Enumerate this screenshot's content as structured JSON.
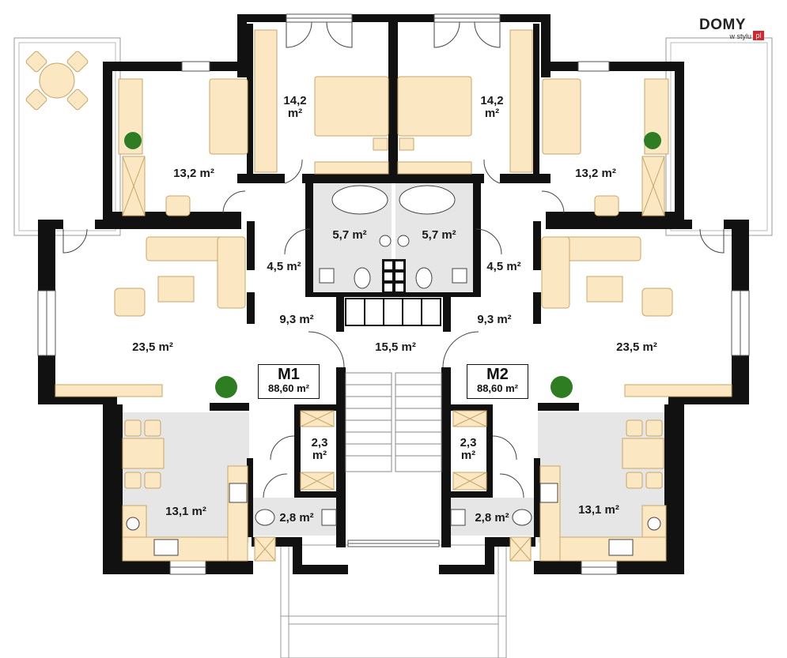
{
  "logo": {
    "brand": "DOMY",
    "tag": "w stylu",
    "tld": "pl"
  },
  "apartments": [
    {
      "code": "M1",
      "area": "88,60 m²"
    },
    {
      "code": "M2",
      "area": "88,60 m²"
    }
  ],
  "rooms": {
    "m1_bedroom_top": {
      "line1": "14,2",
      "line2": "m²"
    },
    "m2_bedroom_top": {
      "line1": "14,2",
      "line2": "m²"
    },
    "m1_bedroom_side": "13,2 m²",
    "m2_bedroom_side": "13,2 m²",
    "m1_bathroom": "5,7 m²",
    "m2_bathroom": "5,7 m²",
    "m1_corridor_upper": "4,5 m²",
    "m2_corridor_upper": "4,5 m²",
    "m1_hall": "9,3 m²",
    "m2_hall": "9,3 m²",
    "staircase": "15,5 m²",
    "m1_living": "23,5 m²",
    "m2_living": "23,5 m²",
    "m1_storage": {
      "line1": "2,3",
      "line2": "m²"
    },
    "m2_storage": {
      "line1": "2,3",
      "line2": "m²"
    },
    "m1_kitchen": "13,1 m²",
    "m2_kitchen": "13,1 m²",
    "m1_wc": "2,8 m²",
    "m2_wc": "2,8 m²"
  },
  "colors": {
    "wall": "#111111",
    "floor_tile": "#e6e6e6",
    "furniture": "#fbe8c2",
    "furniture_stroke": "#c9a66b",
    "plant": "#2e7d22"
  }
}
